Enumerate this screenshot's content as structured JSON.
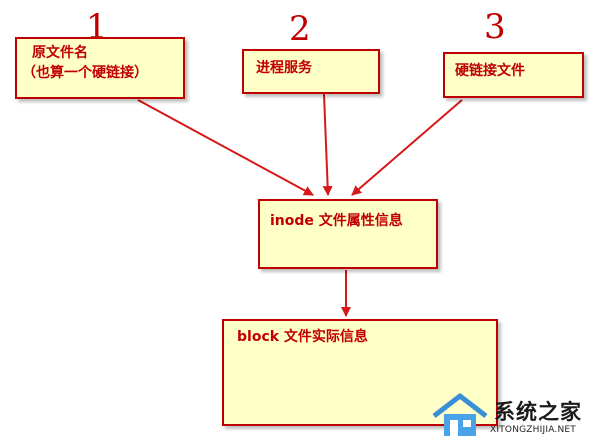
{
  "colors": {
    "accent": "#c00000",
    "box_fill": "#ffffc8",
    "watermark_blue": "#3a8fd6"
  },
  "numbers": [
    "1",
    "2",
    "3"
  ],
  "boxes": {
    "original_file": {
      "line1": "原文件名",
      "line2": "（也算一个硬链接）"
    },
    "process_service": {
      "label": "进程服务"
    },
    "hard_link_file": {
      "label": "硬链接文件"
    },
    "inode": {
      "label": "inode 文件属性信息"
    },
    "block": {
      "label": "block 文件实际信息"
    }
  },
  "watermark": {
    "title": "系统之家",
    "subtitle": "XITONGZHIJIA.NET"
  }
}
